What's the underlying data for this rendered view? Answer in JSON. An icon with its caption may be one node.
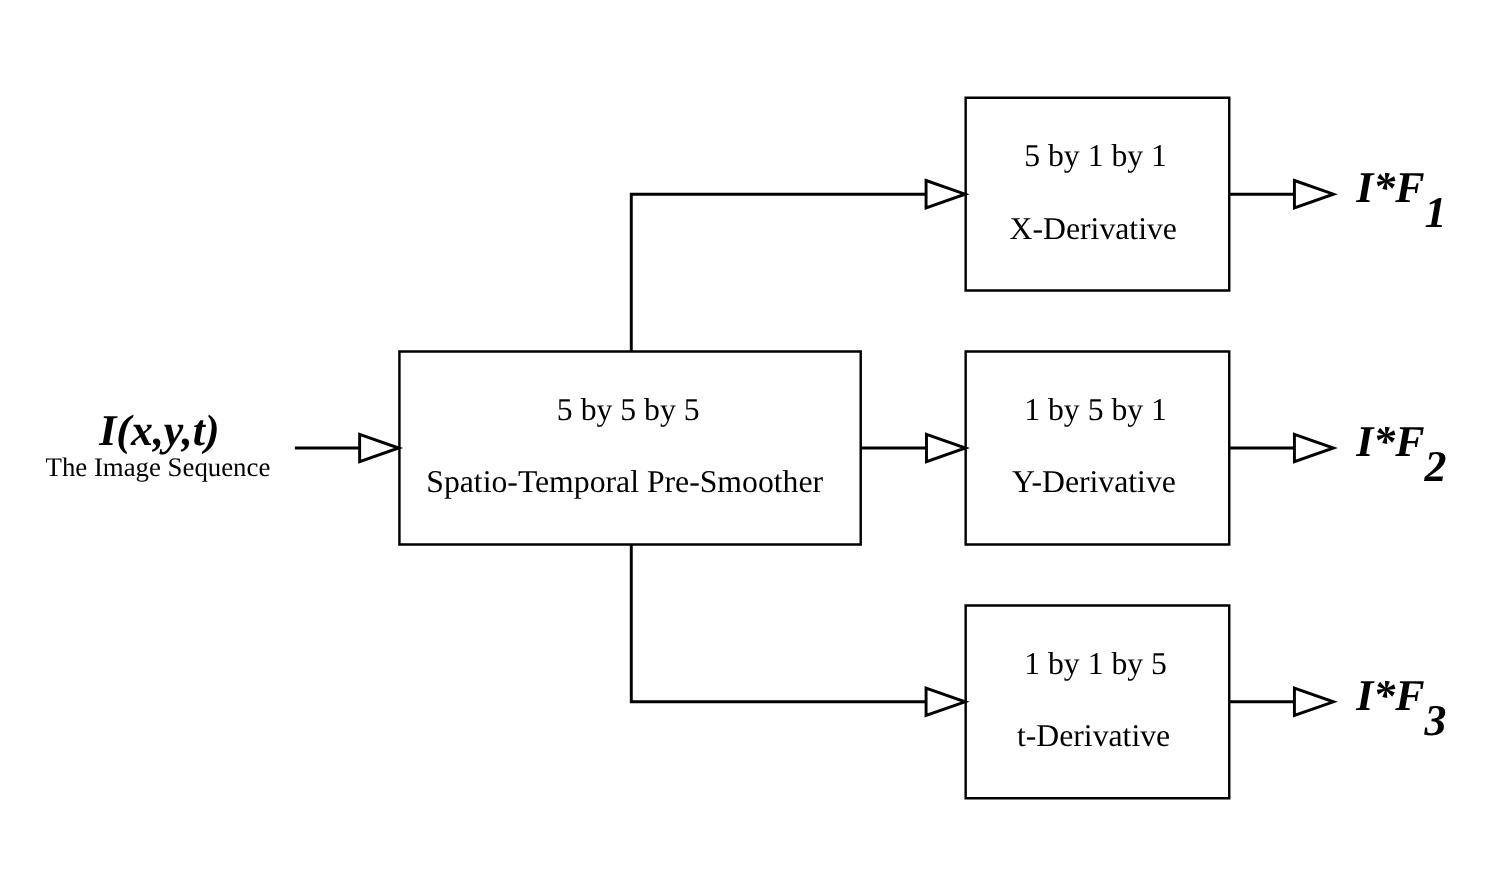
{
  "diagram": {
    "nodes": [
      {
        "text": [
          "I(x,y,t)"
        ],
        "beside": [
          "The Image Sequence"
        ]
      },
      {
        "text": [
          "5 by 5 by 5",
          "Spatio-Temporal Pre-Smoother"
        ]
      },
      {
        "text": [
          "5 by 1 by 1",
          "X-Derivative"
        ]
      },
      {
        "text": [
          "1 by 5 by 1",
          "Y-Derivative"
        ]
      },
      {
        "text": [
          "1 by 1 by 5",
          "t-Derivative"
        ]
      },
      {
        "text": [
          "I*F$_{1}$"
        ]
      },
      {
        "text": [
          "I*F$_{2}$"
        ]
      },
      {
        "text": [
          "I*F$_{3}$"
        ]
      }
    ],
    "edges": [
      {
        "from": 0,
        "to": 1,
        "arrow": "to"
      },
      {
        "from": 1,
        "to": 2,
        "arrow": "to"
      },
      {
        "from": 1,
        "to": 3,
        "arrow": "to"
      },
      {
        "from": 1,
        "to": 4,
        "arrow": "to"
      },
      {
        "from": 2,
        "to": 5,
        "arrow": "to"
      },
      {
        "from": 3,
        "to": 6,
        "arrow": "to"
      },
      {
        "from": 4,
        "to": 7,
        "arrow": "to"
      }
    ]
  }
}
